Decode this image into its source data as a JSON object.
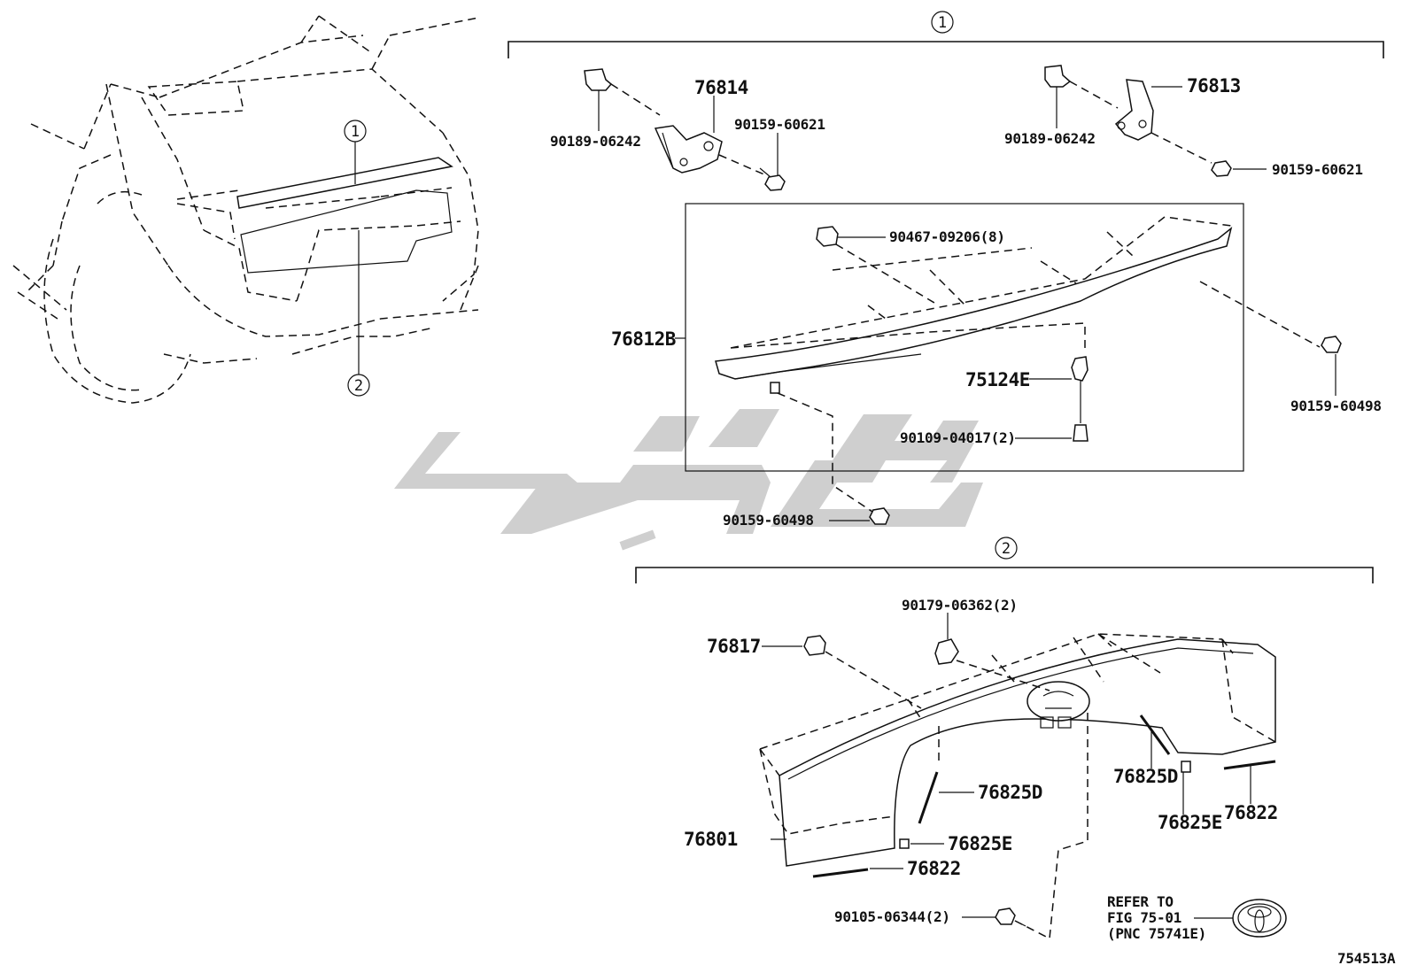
{
  "diagram": {
    "figure_id": "754513A",
    "callouts": {
      "c1": "1",
      "c2": "2"
    },
    "section1": {
      "marker": "1",
      "parts": {
        "p76814": "76814",
        "p76813": "76813",
        "p90189_left": "90189-06242",
        "p90189_right": "90189-06242",
        "p90159_60621_left": "90159-60621",
        "p90159_60621_right": "90159-60621",
        "p90467": "90467-09206(8)",
        "p76812B": "76812B",
        "p75124E": "75124E",
        "p90109": "90109-04017(2)",
        "p90159_60498_right": "90159-60498",
        "p90159_60498_bottom": "90159-60498"
      }
    },
    "section2": {
      "marker": "2",
      "parts": {
        "p90179": "90179-06362(2)",
        "p76817": "76817",
        "p76825D_left": "76825D",
        "p76825D_right": "76825D",
        "p76825E_left": "76825E",
        "p76825E_right": "76825E",
        "p76822_left": "76822",
        "p76822_right": "76822",
        "p76801": "76801",
        "p90105": "90105-06344(2)"
      },
      "reference": {
        "line1": "REFER TO",
        "line2": "FIG 75-01",
        "line3": "(PNC 75741E)"
      }
    }
  }
}
